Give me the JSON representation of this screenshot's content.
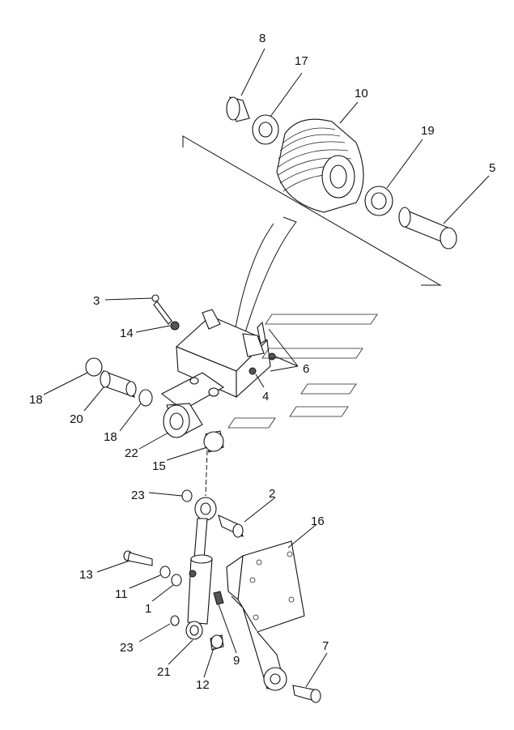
{
  "callouts": [
    {
      "id": "c1",
      "text": "1"
    },
    {
      "id": "c2",
      "text": "2"
    },
    {
      "id": "c3",
      "text": "3"
    },
    {
      "id": "c4",
      "text": "4"
    },
    {
      "id": "c5",
      "text": "5"
    },
    {
      "id": "c6",
      "text": "6"
    },
    {
      "id": "c7",
      "text": "7"
    },
    {
      "id": "c8",
      "text": "8"
    },
    {
      "id": "c9",
      "text": "9"
    },
    {
      "id": "c10",
      "text": "10"
    },
    {
      "id": "c11",
      "text": "11"
    },
    {
      "id": "c12",
      "text": "12"
    },
    {
      "id": "c13",
      "text": "13"
    },
    {
      "id": "c14",
      "text": "14"
    },
    {
      "id": "c15",
      "text": "15"
    },
    {
      "id": "c16",
      "text": "16"
    },
    {
      "id": "c17",
      "text": "17"
    },
    {
      "id": "c18a",
      "text": "18"
    },
    {
      "id": "c18b",
      "text": "18"
    },
    {
      "id": "c19",
      "text": "19"
    },
    {
      "id": "c20",
      "text": "20"
    },
    {
      "id": "c21",
      "text": "21"
    },
    {
      "id": "c22",
      "text": "22"
    },
    {
      "id": "c23a",
      "text": "23"
    },
    {
      "id": "c23b",
      "text": "23"
    }
  ]
}
